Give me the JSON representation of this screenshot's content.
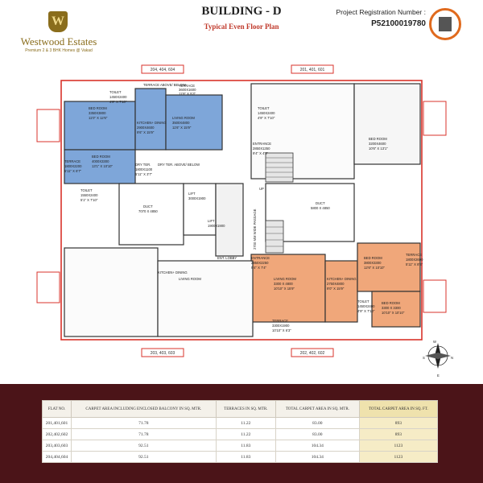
{
  "brand": {
    "logo_letter": "W",
    "name": "Westwood Estates",
    "tagline": "Premium 2 & 3 BHK Homes @ Vakad"
  },
  "header": {
    "title": "BUILDING - D",
    "subtitle": "Typical Even Floor Plan",
    "registration_label": "Project Registration Number :",
    "registration_number": "P52100019780"
  },
  "plan": {
    "flat_tags": {
      "top_left": "204, 404, 604",
      "top_right": "201, 401, 601",
      "bottom_left": "203, 403, 603",
      "bottom_right": "202, 402, 602"
    },
    "rooms": [
      {
        "label": "BED ROOM",
        "size": "3350X3800",
        "dims": "11'0\" X 12'6\""
      },
      {
        "label": "TOILET",
        "size": "1450X2400",
        "dims": "4'9\" X 7'10\""
      },
      {
        "label": "TERRACE",
        "size": "3600X1600",
        "dims": "11'9\" X 5'3\""
      },
      {
        "label": "TERRACE ABOVE/ BELOW"
      },
      {
        "label": "KITCHEN+ DINING",
        "size": "2900X4600",
        "dims": "9'6\" X 15'9\""
      },
      {
        "label": "LIVING ROOM",
        "size": "3500X4800",
        "dims": "11'6\" X 15'9\""
      },
      {
        "label": "BED ROOM",
        "size": "4000X3300",
        "dims": "13'1\" X 10'10\""
      },
      {
        "label": "TERRACE",
        "size": "1800X2200",
        "dims": "5'11\" X 6'7\""
      },
      {
        "label": "DRY TER.",
        "size": "1800X1100",
        "dims": "5'11\" X 3'7\""
      },
      {
        "label": "DRY TER. ABOVE/ BELOW"
      },
      {
        "label": "TOILET",
        "size": "1550X2400",
        "dims": "5'1\" X 7'10\""
      },
      {
        "label": "DUCT",
        "size": "7070 X 4850"
      },
      {
        "label": "LIFT",
        "size": "3000X1900"
      },
      {
        "label": "LIFT",
        "size": "1900X1900"
      },
      {
        "label": "2700 MM WIDE PASSAGE"
      },
      {
        "label": "DUCT",
        "size": "5800 X 4850"
      },
      {
        "label": "BED ROOM",
        "size": "3200X4600",
        "dims": "10'6\" X 13'1\""
      },
      {
        "label": "TOILET",
        "size": "1450X2400",
        "dims": "4'9\" X 7'10\""
      },
      {
        "label": "ENTRANCE",
        "size": "2850X1350",
        "dims": "9'4\" X 4'5\""
      },
      {
        "label": "ENT. LOBBY"
      },
      {
        "label": "LIVING ROOM"
      },
      {
        "label": "KITCHEN+ DINING"
      },
      {
        "label": "TERRACE",
        "size": "3300X1900",
        "dims": "10'10\" X 6'3\""
      },
      {
        "label": "LIVING ROOM",
        "size": "3300 X 4800",
        "dims": "10'10\" X 15'9\""
      },
      {
        "label": "KITCHEN+ DINING",
        "size": "2750X4800",
        "dims": "9'0\" X 15'9\""
      },
      {
        "label": "BED ROOM",
        "size": "3800X3300",
        "dims": "12'6\" X 10'10\""
      },
      {
        "label": "BED ROOM",
        "size": "3300 X 3300",
        "dims": "10'10\" X 10'10\""
      },
      {
        "label": "TOILET",
        "size": "1450X2400",
        "dims": "4'9\" X 7'10\""
      },
      {
        "label": "TERRACE",
        "size": "1800X2600",
        "dims": "5'11\" X 8'6\""
      },
      {
        "label": "ENTRANCE",
        "size": "2850X2250",
        "dims": "9'4\" X 7'4\""
      },
      {
        "label": "UP"
      }
    ],
    "compass": {
      "n": "N",
      "e": "E",
      "s": "S",
      "w": "W"
    }
  },
  "table": {
    "headers": [
      "FLAT NO.",
      "CARPET AREA INCLUDING ENCLOSED BALCONY IN SQ. MTR.",
      "TERRACES IN SQ. MTR.",
      "TOTAL CARPET AREA IN SQ. MTR.",
      "TOTAL CARPET AREA IN SQ. FT."
    ],
    "rows": [
      [
        "201,401,601",
        "71.78",
        "11.22",
        "83.00",
        "893"
      ],
      [
        "202,402,602",
        "71.78",
        "11.22",
        "83.00",
        "893"
      ],
      [
        "203,403,603",
        "92.51",
        "11.83",
        "104.34",
        "1123"
      ],
      [
        "204,404,604",
        "92.51",
        "11.83",
        "104.34",
        "1123"
      ]
    ]
  },
  "colors": {
    "blue_unit": "#7ea6d9",
    "orange_unit": "#f0a77a",
    "wall": "#d9332b",
    "table_bg": "#4b1418",
    "highlight_col": "#efe2ad"
  }
}
